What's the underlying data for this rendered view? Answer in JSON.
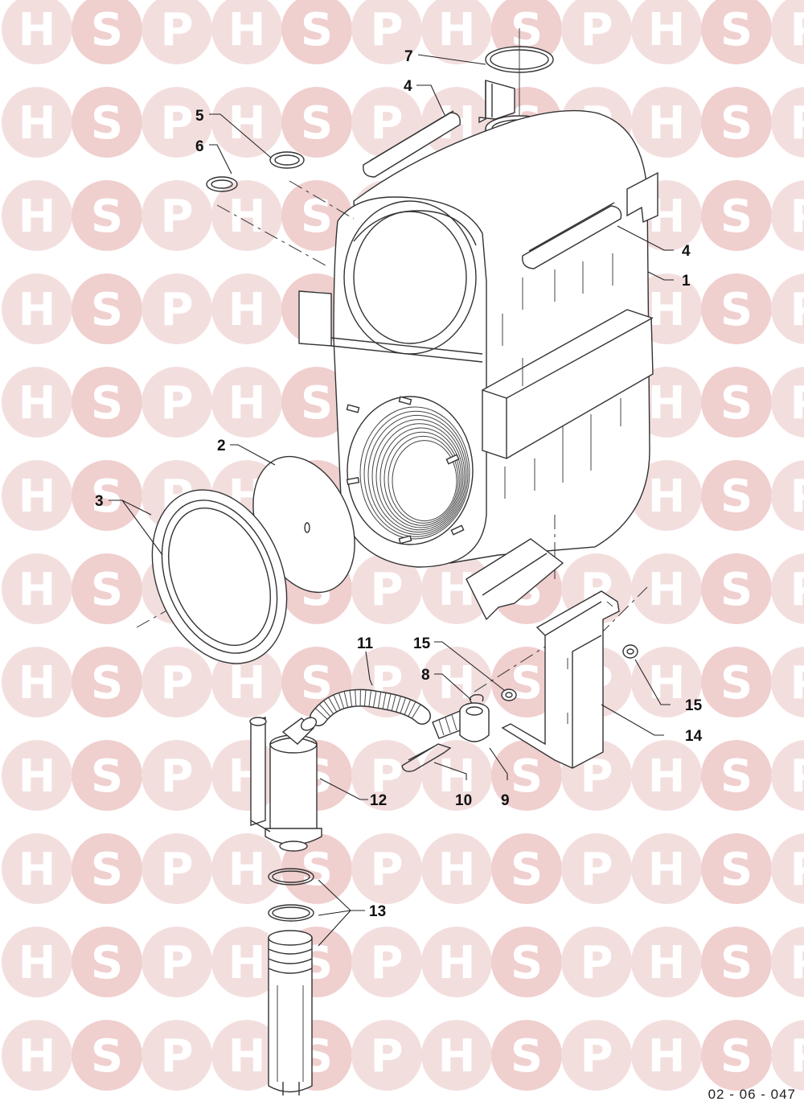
{
  "watermark": {
    "letters": [
      "H",
      "S",
      "P"
    ],
    "colors": {
      "circle": "#f3dede",
      "circle_s": "#f0cfcf",
      "letter": "#ffffff"
    }
  },
  "callouts": [
    {
      "id": "1",
      "label": "1"
    },
    {
      "id": "2",
      "label": "2"
    },
    {
      "id": "3",
      "label": "3"
    },
    {
      "id": "4a",
      "label": "4"
    },
    {
      "id": "4b",
      "label": "4"
    },
    {
      "id": "5",
      "label": "5"
    },
    {
      "id": "6",
      "label": "6"
    },
    {
      "id": "7",
      "label": "7"
    },
    {
      "id": "8",
      "label": "8"
    },
    {
      "id": "9",
      "label": "9"
    },
    {
      "id": "10",
      "label": "10"
    },
    {
      "id": "11",
      "label": "11"
    },
    {
      "id": "12",
      "label": "12"
    },
    {
      "id": "13",
      "label": "13"
    },
    {
      "id": "14",
      "label": "14"
    },
    {
      "id": "15a",
      "label": "15"
    },
    {
      "id": "15b",
      "label": "15"
    }
  ],
  "reference_code": "02 - 06 - 047"
}
